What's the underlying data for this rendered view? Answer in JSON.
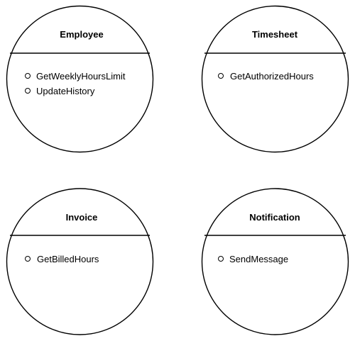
{
  "classes": [
    {
      "name": "Employee",
      "methods": [
        "GetWeeklyHoursLimit",
        "UpdateHistory"
      ]
    },
    {
      "name": "Timesheet",
      "methods": [
        "GetAuthorizedHours"
      ]
    },
    {
      "name": "Invoice",
      "methods": [
        "GetBilledHours"
      ]
    },
    {
      "name": "Notification",
      "methods": [
        "SendMessage"
      ]
    }
  ]
}
